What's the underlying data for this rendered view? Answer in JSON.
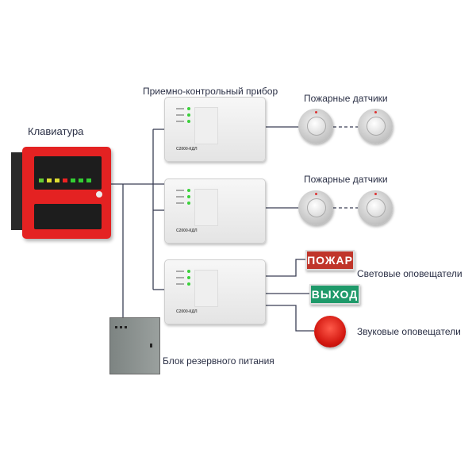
{
  "labels": {
    "keyboard": "Клавиатура",
    "controller": "Приемно-контрольный прибор",
    "detectors_1": "Пожарные датчики",
    "detectors_2": "Пожарные датчики",
    "light_notifiers": "Световые оповещатели",
    "sound_notifiers": "Звуковые оповещатели",
    "power_supply": "Блок резервного питания"
  },
  "devices": {
    "controller_model": "C2000-КДЛ",
    "sign_fire": "ПОЖАР",
    "sign_exit": "ВЫХОД"
  },
  "colors": {
    "wire": "#3a3f55",
    "panel_red": "#e02020",
    "fire_sign": "#c0352a",
    "exit_sign": "#1f9a6a"
  }
}
